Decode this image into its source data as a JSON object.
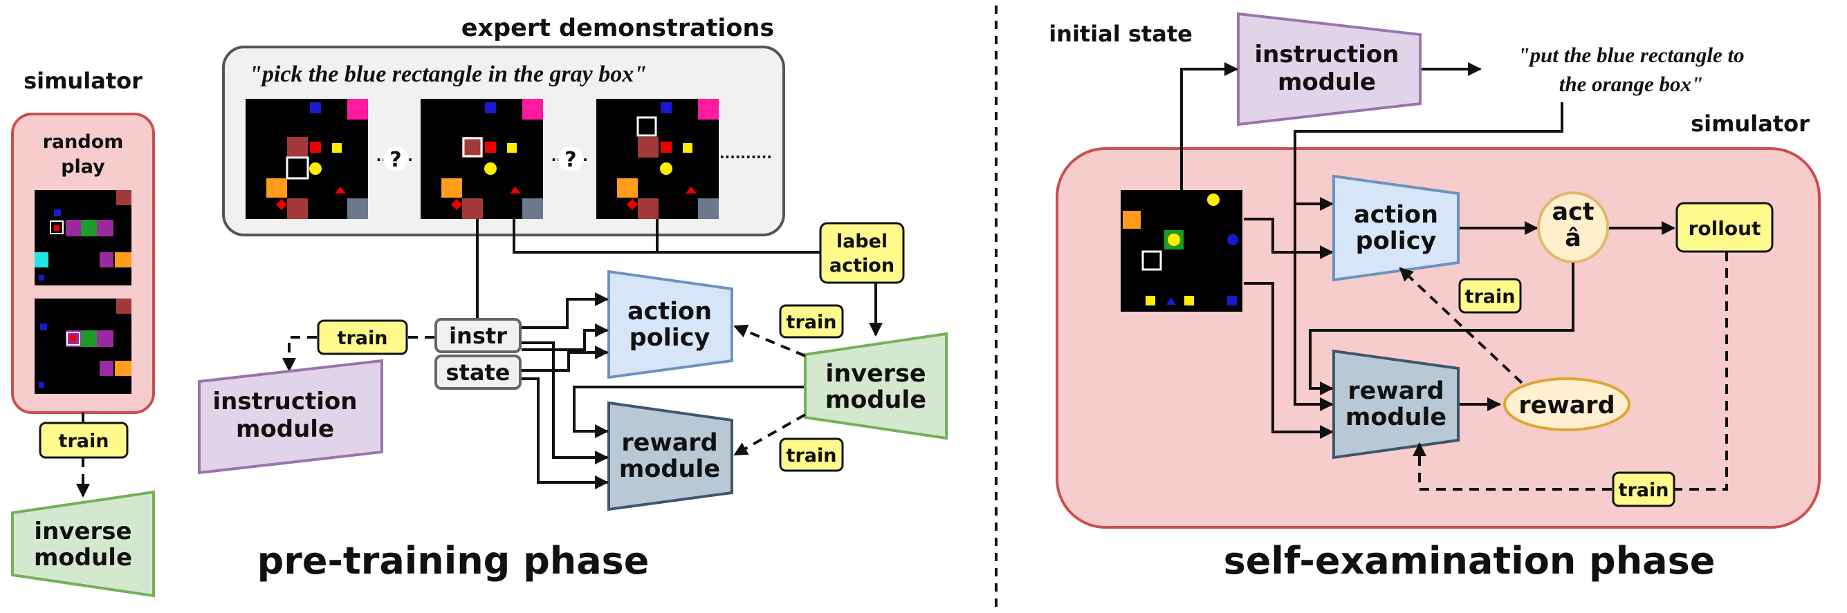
{
  "left": {
    "simulator_title": "simulator",
    "random_play_line1": "random",
    "random_play_line2": "play",
    "train_sim": "train",
    "inverse_line1": "inverse",
    "inverse_line2": "module",
    "expert_title": "expert demonstrations",
    "expert_instruction": "\"pick the blue rectangle in the gray box\"",
    "ellipsis_q1": "?",
    "ellipsis_q2": "?",
    "label_action_line1": "label",
    "label_action_line2": "action",
    "train_instr": "train",
    "instr_box": "instr",
    "state_box": "state",
    "instruction_line1": "instruction",
    "instruction_line2": "module",
    "action_line1": "action",
    "action_line2": "policy",
    "reward_line1": "reward",
    "reward_line2": "module",
    "train_action": "train",
    "train_reward": "train",
    "inverse_mid_line1": "inverse",
    "inverse_mid_line2": "module",
    "phase_label": "pre-training phase"
  },
  "right": {
    "initial_state": "initial state",
    "instruction_line1": "instruction",
    "instruction_line2": "module",
    "quote_line1": "\"put the blue rectangle to",
    "quote_line2": "the orange box\"",
    "simulator_title": "simulator",
    "action_line1": "action",
    "action_line2": "policy",
    "act_line1": "act",
    "act_line2": "â",
    "rollout": "rollout",
    "train_action": "train",
    "reward_line1": "reward",
    "reward_line2": "module",
    "reward_oval": "reward",
    "train_reward": "train",
    "phase_label": "self-examination phase"
  },
  "colors": {
    "simulator_bg": "#f6cccc",
    "simulator_border": "#c9504f",
    "expert_bg": "#f1f1f1",
    "train_tag": "#fefa8c",
    "inverse_module": "#d4e8d0",
    "action_policy": "#d6e6f8",
    "reward_module": "#b8c8d4",
    "instruction_module": "#e2d4e8",
    "act_oval": "#ffefcc",
    "reward_oval": "#fef0d0"
  }
}
